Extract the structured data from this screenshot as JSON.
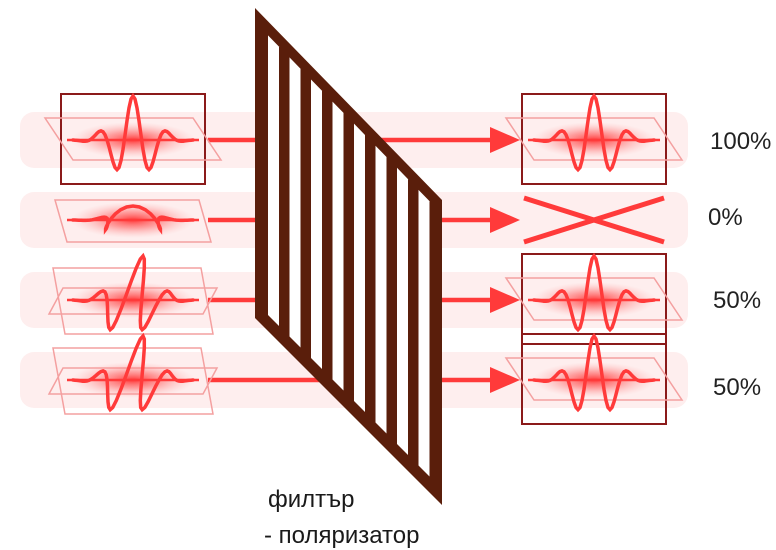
{
  "colors": {
    "wave": "#ff3a3a",
    "frame": "#8b1a1a",
    "filter": "#5a1e0b",
    "band": "#fde8e8",
    "glow": "#ff5a5a"
  },
  "rows": [
    {
      "input_icon": "wave-vertical-polarization-icon",
      "output": "pass",
      "output_icon": "wave-vertical-polarization-icon",
      "label": "100%"
    },
    {
      "input_icon": "wave-horizontal-polarization-icon",
      "output": "block",
      "output_icon": "blocked-cross-icon",
      "label": "0%"
    },
    {
      "input_icon": "wave-diagonal-polarization-icon",
      "output": "partial",
      "output_icon": "wave-vertical-polarization-icon",
      "label": "50%"
    },
    {
      "input_icon": "wave-diagonal-polarization-icon",
      "output": "partial",
      "output_icon": "wave-vertical-polarization-icon",
      "label": "50%"
    }
  ],
  "filter": {
    "icon": "polarizer-grating-icon",
    "caption_line1": "филтър",
    "caption_line2": "- поляризатор"
  }
}
